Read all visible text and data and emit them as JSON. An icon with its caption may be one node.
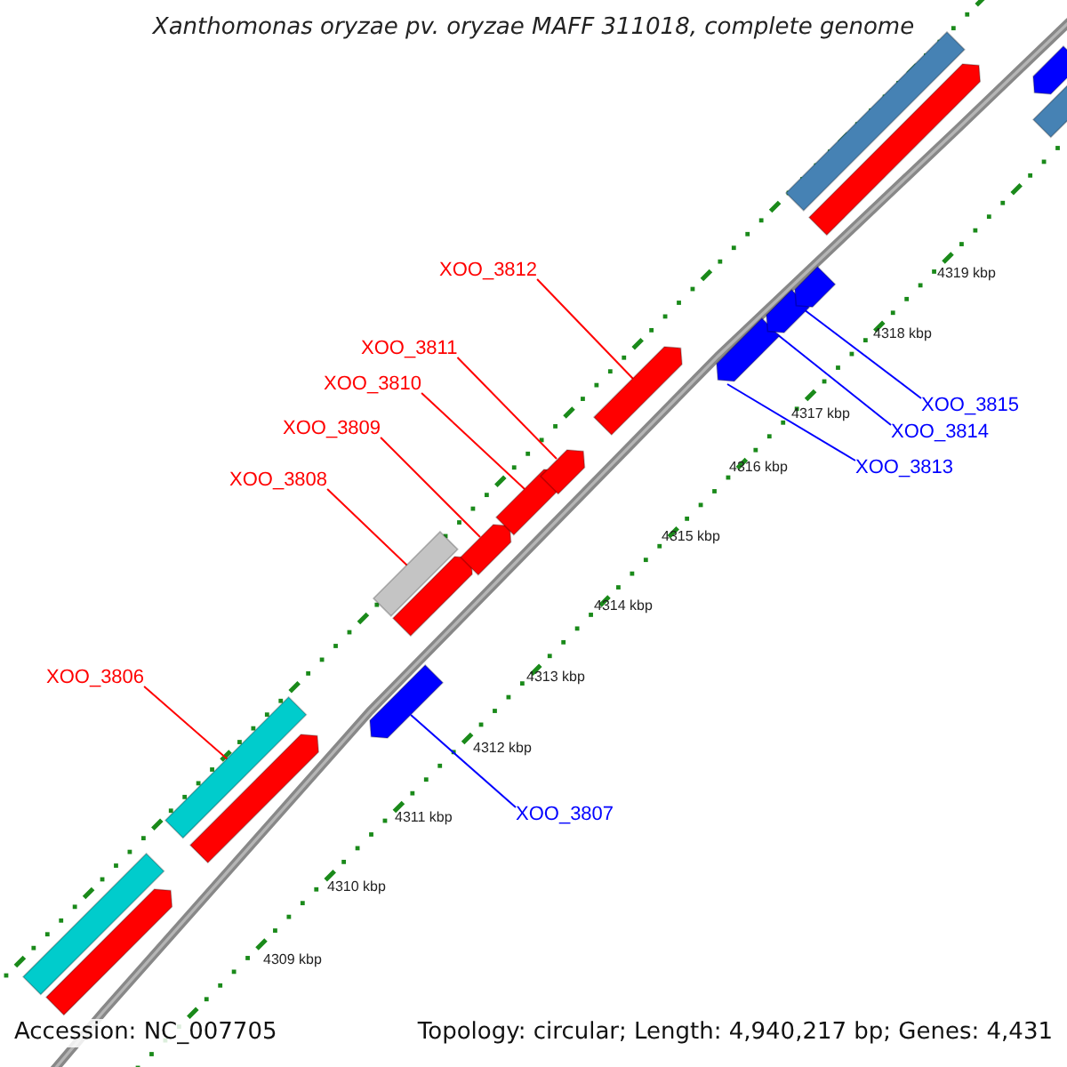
{
  "diagram": {
    "title": "Xanthomonas oryzae pv. oryzae MAFF 311018, complete genome",
    "nodes": [
      {
        "text": [
          "XOO_3812"
        ]
      },
      {
        "text": [
          "XOO_3811"
        ]
      },
      {
        "text": [
          "XOO_3810"
        ]
      },
      {
        "text": [
          "XOO_3815"
        ]
      },
      {
        "text": [
          "XOO_3809"
        ]
      },
      {
        "text": [
          "XOO_3814"
        ]
      },
      {
        "text": [
          "XOO_3813"
        ]
      },
      {
        "text": [
          "XOO_3808"
        ]
      },
      {
        "text": [
          "XOO_3806"
        ]
      },
      {
        "text": [
          "XOO_3807"
        ]
      },
      {
        "text": [],
        "shape": "bar"
      },
      {
        "text": [],
        "shape": "arrow"
      },
      {
        "text": [],
        "shape": "bar"
      },
      {
        "text": [],
        "shape": "arrow"
      },
      {
        "text": [],
        "shape": "arrow"
      },
      {
        "text": [],
        "shape": "bar"
      },
      {
        "text": [],
        "shape": "arrow"
      },
      {
        "text": [],
        "shape": "arrow"
      },
      {
        "text": [],
        "shape": "arrow"
      },
      {
        "text": [],
        "shape": "arrow"
      },
      {
        "text": [],
        "shape": "arrow"
      },
      {
        "text": [],
        "shape": "arrow"
      },
      {
        "text": [],
        "shape": "arrow"
      },
      {
        "text": [],
        "shape": "arrow"
      },
      {
        "text": [],
        "shape": "bar"
      },
      {
        "text": [],
        "shape": "arrow"
      },
      {
        "text": [],
        "shape": "arrow"
      },
      {
        "text": [],
        "shape": "bar"
      }
    ],
    "edges": [
      {
        "from": 0,
        "to": 20,
        "arrow": "none"
      },
      {
        "from": 1,
        "to": 19,
        "arrow": "none"
      },
      {
        "from": 2,
        "to": 18,
        "arrow": "none"
      },
      {
        "from": 3,
        "to": 23,
        "arrow": "none",
        "color": "#0000ff"
      },
      {
        "from": 4,
        "to": 17,
        "arrow": "none"
      },
      {
        "from": 5,
        "to": 22,
        "arrow": "none",
        "color": "#0000ff"
      },
      {
        "from": 6,
        "to": 21,
        "arrow": "none",
        "color": "#0000ff"
      },
      {
        "from": 7,
        "to": 15,
        "arrow": "none"
      },
      {
        "from": 8,
        "to": 12,
        "arrow": "none"
      },
      {
        "from": 9,
        "to": 14,
        "arrow": "none",
        "color": "#0000ff"
      }
    ],
    "labels": [
      "4319 kbp",
      "4318 kbp",
      "4317 kbp",
      "4316 kbp",
      "4315 kbp",
      "4314 kbp",
      "4313 kbp",
      "4312 kbp",
      "4311 kbp",
      "4310 kbp",
      "4309 kbp",
      "Accession: NC_007705",
      "Topology: circular; Length: 4,940,217 bp; Genes: 4,431"
    ]
  }
}
